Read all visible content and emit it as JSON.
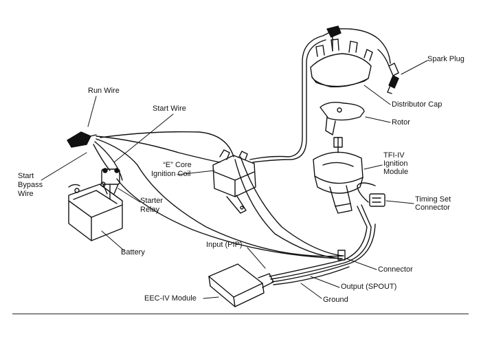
{
  "labels": {
    "run_wire": "Run Wire",
    "start_wire": "Start Wire",
    "start_bypass_1": "Start",
    "start_bypass_2": "Bypass",
    "start_bypass_3": "Wire",
    "e_core_1": "“E” Core",
    "e_core_2": "Ignition Coil",
    "starter_relay_1": "Starter",
    "starter_relay_2": "Relay",
    "battery": "Battery",
    "input_pip": "Input (PIP)",
    "eec_iv": "EEC-IV Module",
    "ground": "Ground",
    "output_spout": "Output (SPOUT)",
    "connector": "Connector",
    "timing_1": "Timing Set",
    "timing_2": "Connector",
    "tfi_1": "TFI-IV",
    "tfi_2": "Ignition",
    "tfi_3": "Module",
    "rotor": "Rotor",
    "distributor_cap": "Distributor Cap",
    "spark_plug": "Spark Plug"
  }
}
